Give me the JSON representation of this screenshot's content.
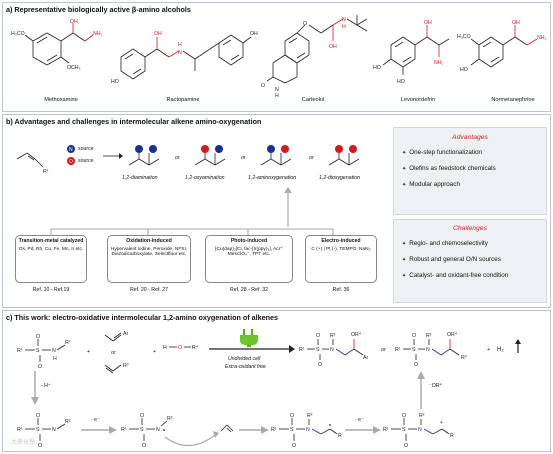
{
  "section_a": {
    "title": "a) Representative biologically active β-amino alcohols",
    "molecules": [
      {
        "name": "Methoxamine",
        "atoms": [
          "H₃CO",
          "OH",
          "NH₂",
          "OCH₃"
        ]
      },
      {
        "name": "Ractopamine",
        "atoms": [
          "HO",
          "OH",
          "H",
          "N",
          "OH"
        ]
      },
      {
        "name": "Carteolol",
        "atoms": [
          "O",
          "N",
          "H",
          "O",
          "OH",
          "N",
          "H"
        ]
      },
      {
        "name": "Levonordefrin",
        "atoms": [
          "HO",
          "HO",
          "OH",
          "NH₂"
        ]
      },
      {
        "name": "Normetanephrine",
        "atoms": [
          "H₃CO",
          "HO",
          "OH",
          "NH₂"
        ]
      }
    ]
  },
  "section_b": {
    "title": "b) Advantages and challenges in intermolecular alkene amino-oxygenation",
    "sources": [
      {
        "letter": "N",
        "label": "source"
      },
      {
        "letter": "O",
        "label": "source"
      }
    ],
    "substituent": "R¹",
    "products": [
      {
        "label": "1,2-diamination"
      },
      {
        "label": "1,2-oxyamination"
      },
      {
        "label": "1,2-aminoxygenation"
      },
      {
        "label": "1,2-dioxygenation"
      }
    ],
    "or_word": "or",
    "methods": [
      {
        "title": "Transition-metal catalyzed",
        "body": "Os, Pd, Rh, Cu, Fe, Mn, Ir etc.",
        "ref": "Ref. 10 - Ref.19"
      },
      {
        "title": "Oxidation-induced",
        "body": "Hypervalent iodine, Peroxide, NFSI, Diazodicarboxylate, Selectfluor etc.",
        "ref": "Ref. 20 - Ref. 27"
      },
      {
        "title": "Photo-induced",
        "body": "[Cu(dap)₂]Cl, fac-[Ir(ppy)₃], Acr⁺ MesClO₄⁻, TPT etc.",
        "ref": "Ref. 28 - Ref. 32"
      },
      {
        "title": "Electro-induced",
        "body": "C (+) | Pt (-), TEMPO, NaN₃",
        "ref": "Ref. 36"
      }
    ],
    "advantages": {
      "heading": "Advantages",
      "items": [
        "One-step functionalization",
        "Olefins as feedstock chemicals",
        "Modular approach"
      ]
    },
    "challenges": {
      "heading": "Challenges",
      "items": [
        "Regio- and chemoselectivity",
        "Robust and general O/N sources",
        "Catalyst- and oxidant-free condition"
      ]
    }
  },
  "section_c": {
    "title": "c) This work: electro-oxidative intermolecular 1,2-amino oxygenation of alkenes",
    "conditions": [
      "Undivided cell",
      "Extra-oxidant free"
    ],
    "h_plus": "- H⁺",
    "electron": "- e⁻",
    "or4": "⁻OR⁴",
    "h2": "H₂",
    "or_word": "or",
    "labels": {
      "R1": "R¹",
      "R2": "R²",
      "R3": "R³",
      "R4": "R⁴",
      "Ar": "Ar",
      "S": "S",
      "N": "N",
      "H": "H",
      "O": "O",
      "OR4": "OR⁴",
      "HO": "HO",
      "R": "R"
    }
  },
  "watermark": "大學化學"
}
